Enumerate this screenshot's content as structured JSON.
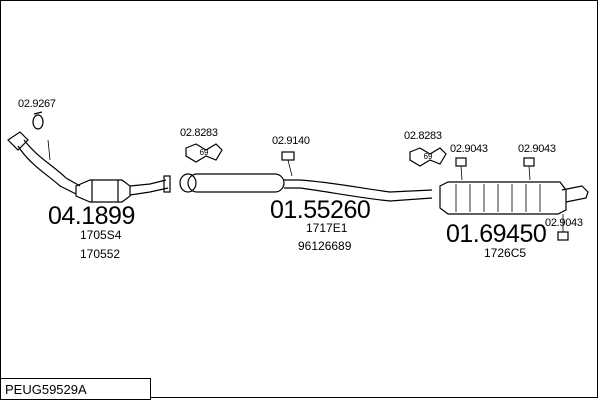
{
  "diagram": {
    "small_refs": {
      "clamp_a": "02.9267",
      "gasket_1": "02.8283",
      "bracket_mid": "02.9140",
      "gasket_2": "02.8283",
      "rubber_1": "02.9043",
      "rubber_2": "02.9043",
      "rubber_3": "02.9043"
    },
    "gasket_badge": "69",
    "parts": {
      "front": {
        "number": "04.1899",
        "oem1": "1705S4",
        "oem2": "170552"
      },
      "middle": {
        "number": "01.55260",
        "oem1": "1717E1",
        "oem2": "96126689"
      },
      "rear": {
        "number": "01.69450",
        "oem1": "1726C5"
      }
    }
  },
  "footer": {
    "code": "PEUG59529A"
  }
}
